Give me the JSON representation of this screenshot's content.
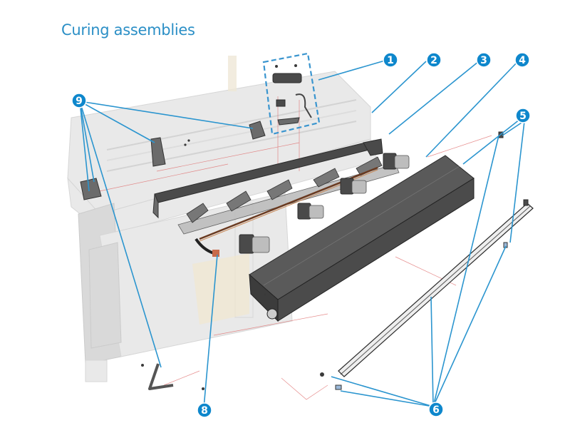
{
  "title": "Curing assemblies",
  "accent_color": "#2b8fc6",
  "callout_color": "#0e87cc",
  "callouts": [
    {
      "label": "1"
    },
    {
      "label": "2"
    },
    {
      "label": "3"
    },
    {
      "label": "4"
    },
    {
      "label": "5"
    },
    {
      "label": "6"
    },
    {
      "label": "8"
    },
    {
      "label": "9"
    }
  ]
}
